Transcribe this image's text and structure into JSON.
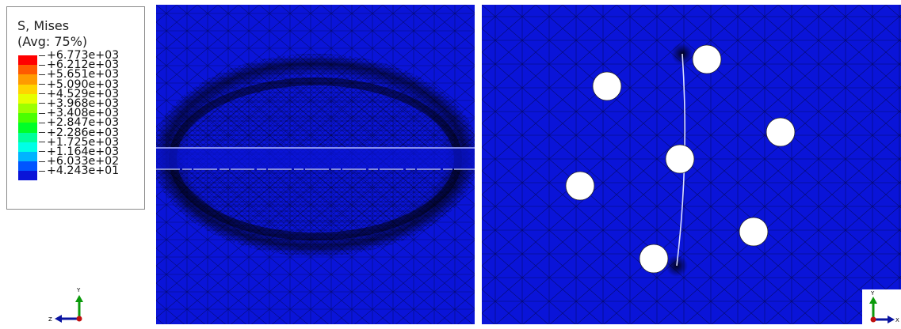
{
  "legend": {
    "title": "S, Mises",
    "subtitle": "(Avg: 75%)",
    "entries": [
      {
        "label": "+6.773e+03",
        "color": "#ff0000"
      },
      {
        "label": "+6.212e+03",
        "color": "#ff5a00"
      },
      {
        "label": "+5.651e+03",
        "color": "#ff9b00"
      },
      {
        "label": "+5.090e+03",
        "color": "#ffd400"
      },
      {
        "label": "+4.529e+03",
        "color": "#e6ff00"
      },
      {
        "label": "+3.968e+03",
        "color": "#9dff00"
      },
      {
        "label": "+3.408e+03",
        "color": "#4bff00"
      },
      {
        "label": "+2.847e+03",
        "color": "#00ff28"
      },
      {
        "label": "+2.286e+03",
        "color": "#00ff9a"
      },
      {
        "label": "+1.725e+03",
        "color": "#00ffe6"
      },
      {
        "label": "+1.164e+03",
        "color": "#00b4ff"
      },
      {
        "label": "+6.033e+02",
        "color": "#0055ff"
      },
      {
        "label": "+4.243e+01",
        "color": "#0a14d8"
      }
    ]
  },
  "triad_left": {
    "vertical": "Y",
    "horizontal": "Z"
  },
  "triad_right": {
    "vertical": "Y",
    "horizontal": "X"
  },
  "colors": {
    "mesh_background": "#0a14d8",
    "hole_fill": "#ffffff"
  }
}
